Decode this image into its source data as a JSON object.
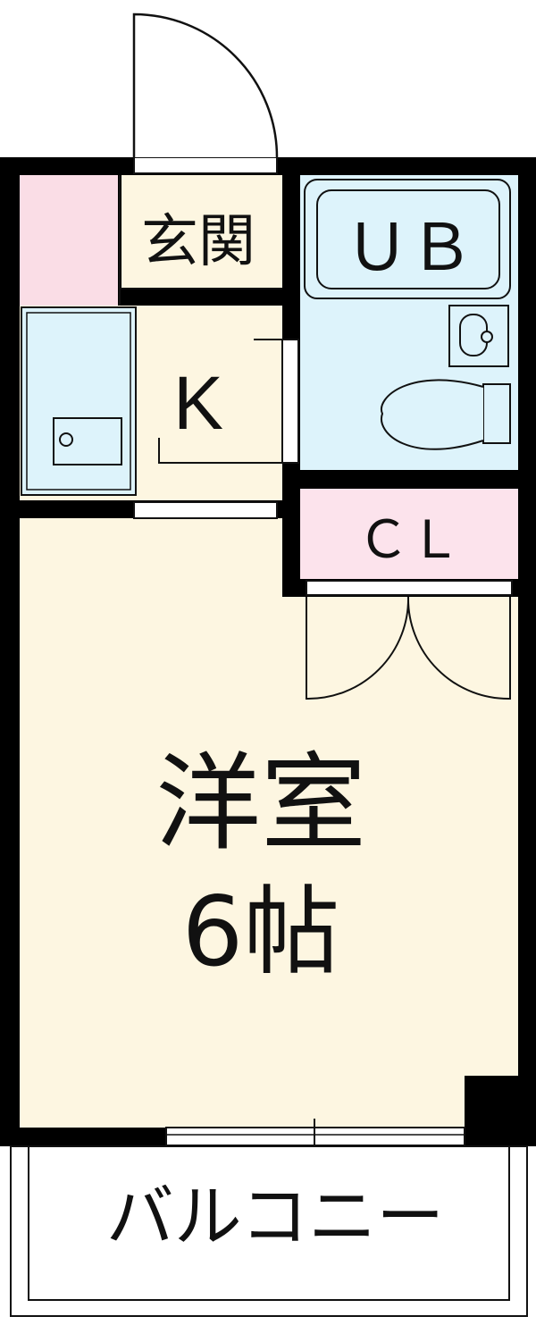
{
  "labels": {
    "entrance": "玄関",
    "unit_bath": "ＵＢ",
    "kitchen": "K",
    "closet": "ＣＬ",
    "room_name": "洋室",
    "room_size": "6帖",
    "balcony": "バルコニー"
  },
  "colors": {
    "floor": "#FDF6E1",
    "wet_area": "#DDF3FB",
    "entrance_storage": "#FADDE6",
    "closet": "#FCE3EC",
    "wall": "#000000",
    "line": "#111111",
    "background": "#FFFFFF"
  }
}
